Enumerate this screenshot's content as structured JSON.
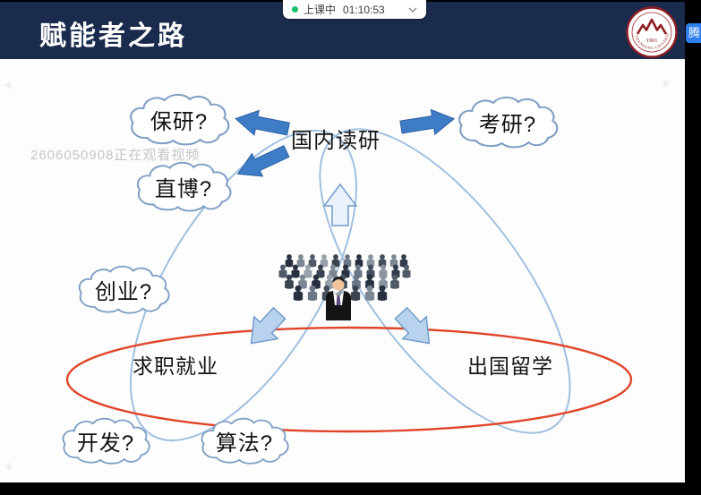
{
  "titlebar": {
    "title": "赋能者之路"
  },
  "status_pill": {
    "label": "上课中",
    "time": "01:10:53"
  },
  "logo": {
    "year": "1901",
    "ring_text": "SHANDONG UNIVERSITY"
  },
  "floating_button": {
    "label": "腾"
  },
  "watermark": {
    "text": "2606050908正在观看视频",
    "glyph": "✳"
  },
  "slide": {
    "center_node": "国内读研",
    "clouds": [
      {
        "label": "保研?"
      },
      {
        "label": "考研?"
      },
      {
        "label": "直博?"
      },
      {
        "label": "创业?"
      },
      {
        "label": "开发?"
      },
      {
        "label": "算法?"
      }
    ],
    "tracks": {
      "left": "求职就业",
      "right": "出国留学"
    }
  },
  "colors": {
    "header_bg": "#1b2b4d",
    "arrow_blue": "#3e7dc6",
    "loop_blue": "#9fc0e0",
    "loop_red": "#e0452a",
    "status_green": "#17c26b"
  }
}
